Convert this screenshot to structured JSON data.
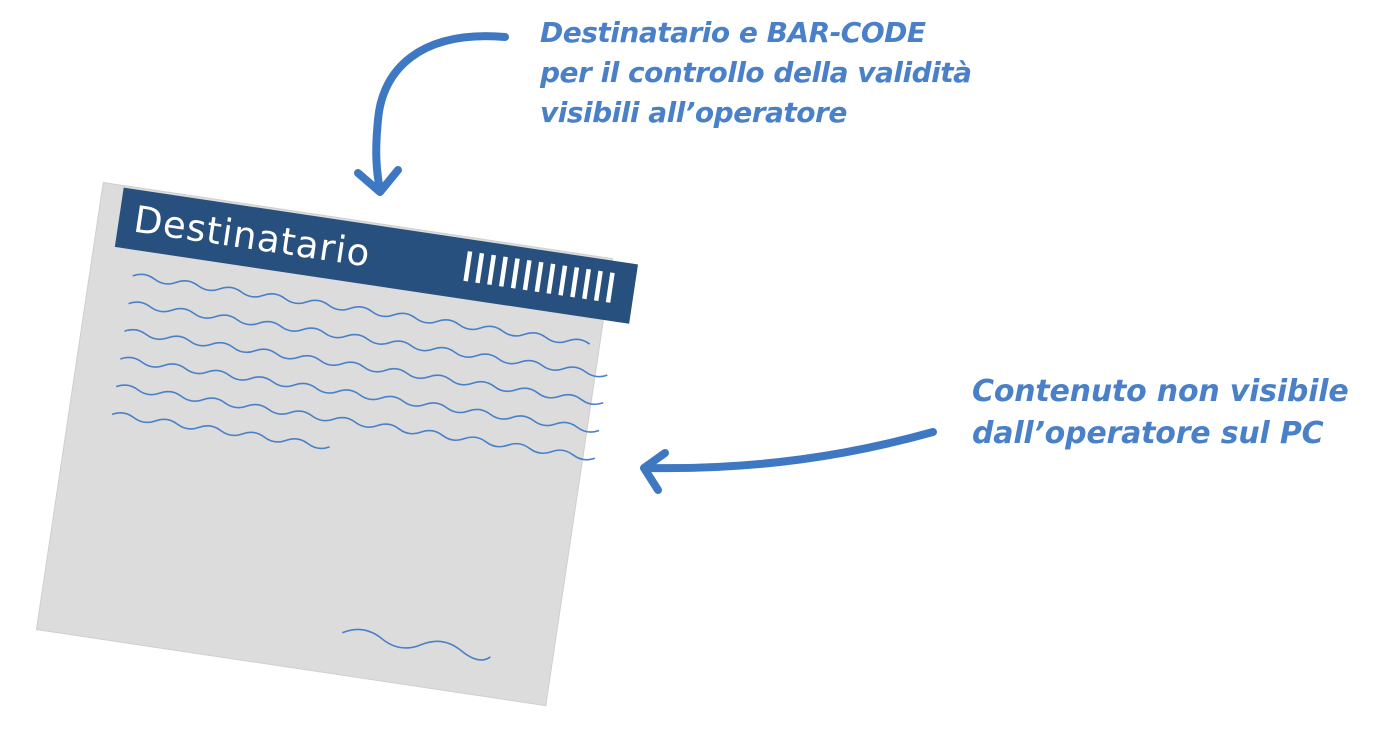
{
  "document": {
    "header_label": "Destinatario",
    "barcode_icon": "barcode-icon",
    "colors": {
      "paper": "#dcdcdc",
      "paper_border": "#c8c8c8",
      "header_band": "#27507e",
      "header_text": "#ffffff",
      "scribble": "#4a80c8"
    }
  },
  "callouts": {
    "top": {
      "lines": [
        "Destinatario e BAR-CODE",
        "per il controllo della validità",
        "visibili all’operatore"
      ]
    },
    "right": {
      "lines": [
        "Contenuto non visibile",
        "dall’operatore sul PC"
      ]
    },
    "color": "#4a80c8"
  },
  "arrows": {
    "top_arrow_icon": "curved-arrow-down-icon",
    "right_arrow_icon": "curved-arrow-left-icon"
  }
}
